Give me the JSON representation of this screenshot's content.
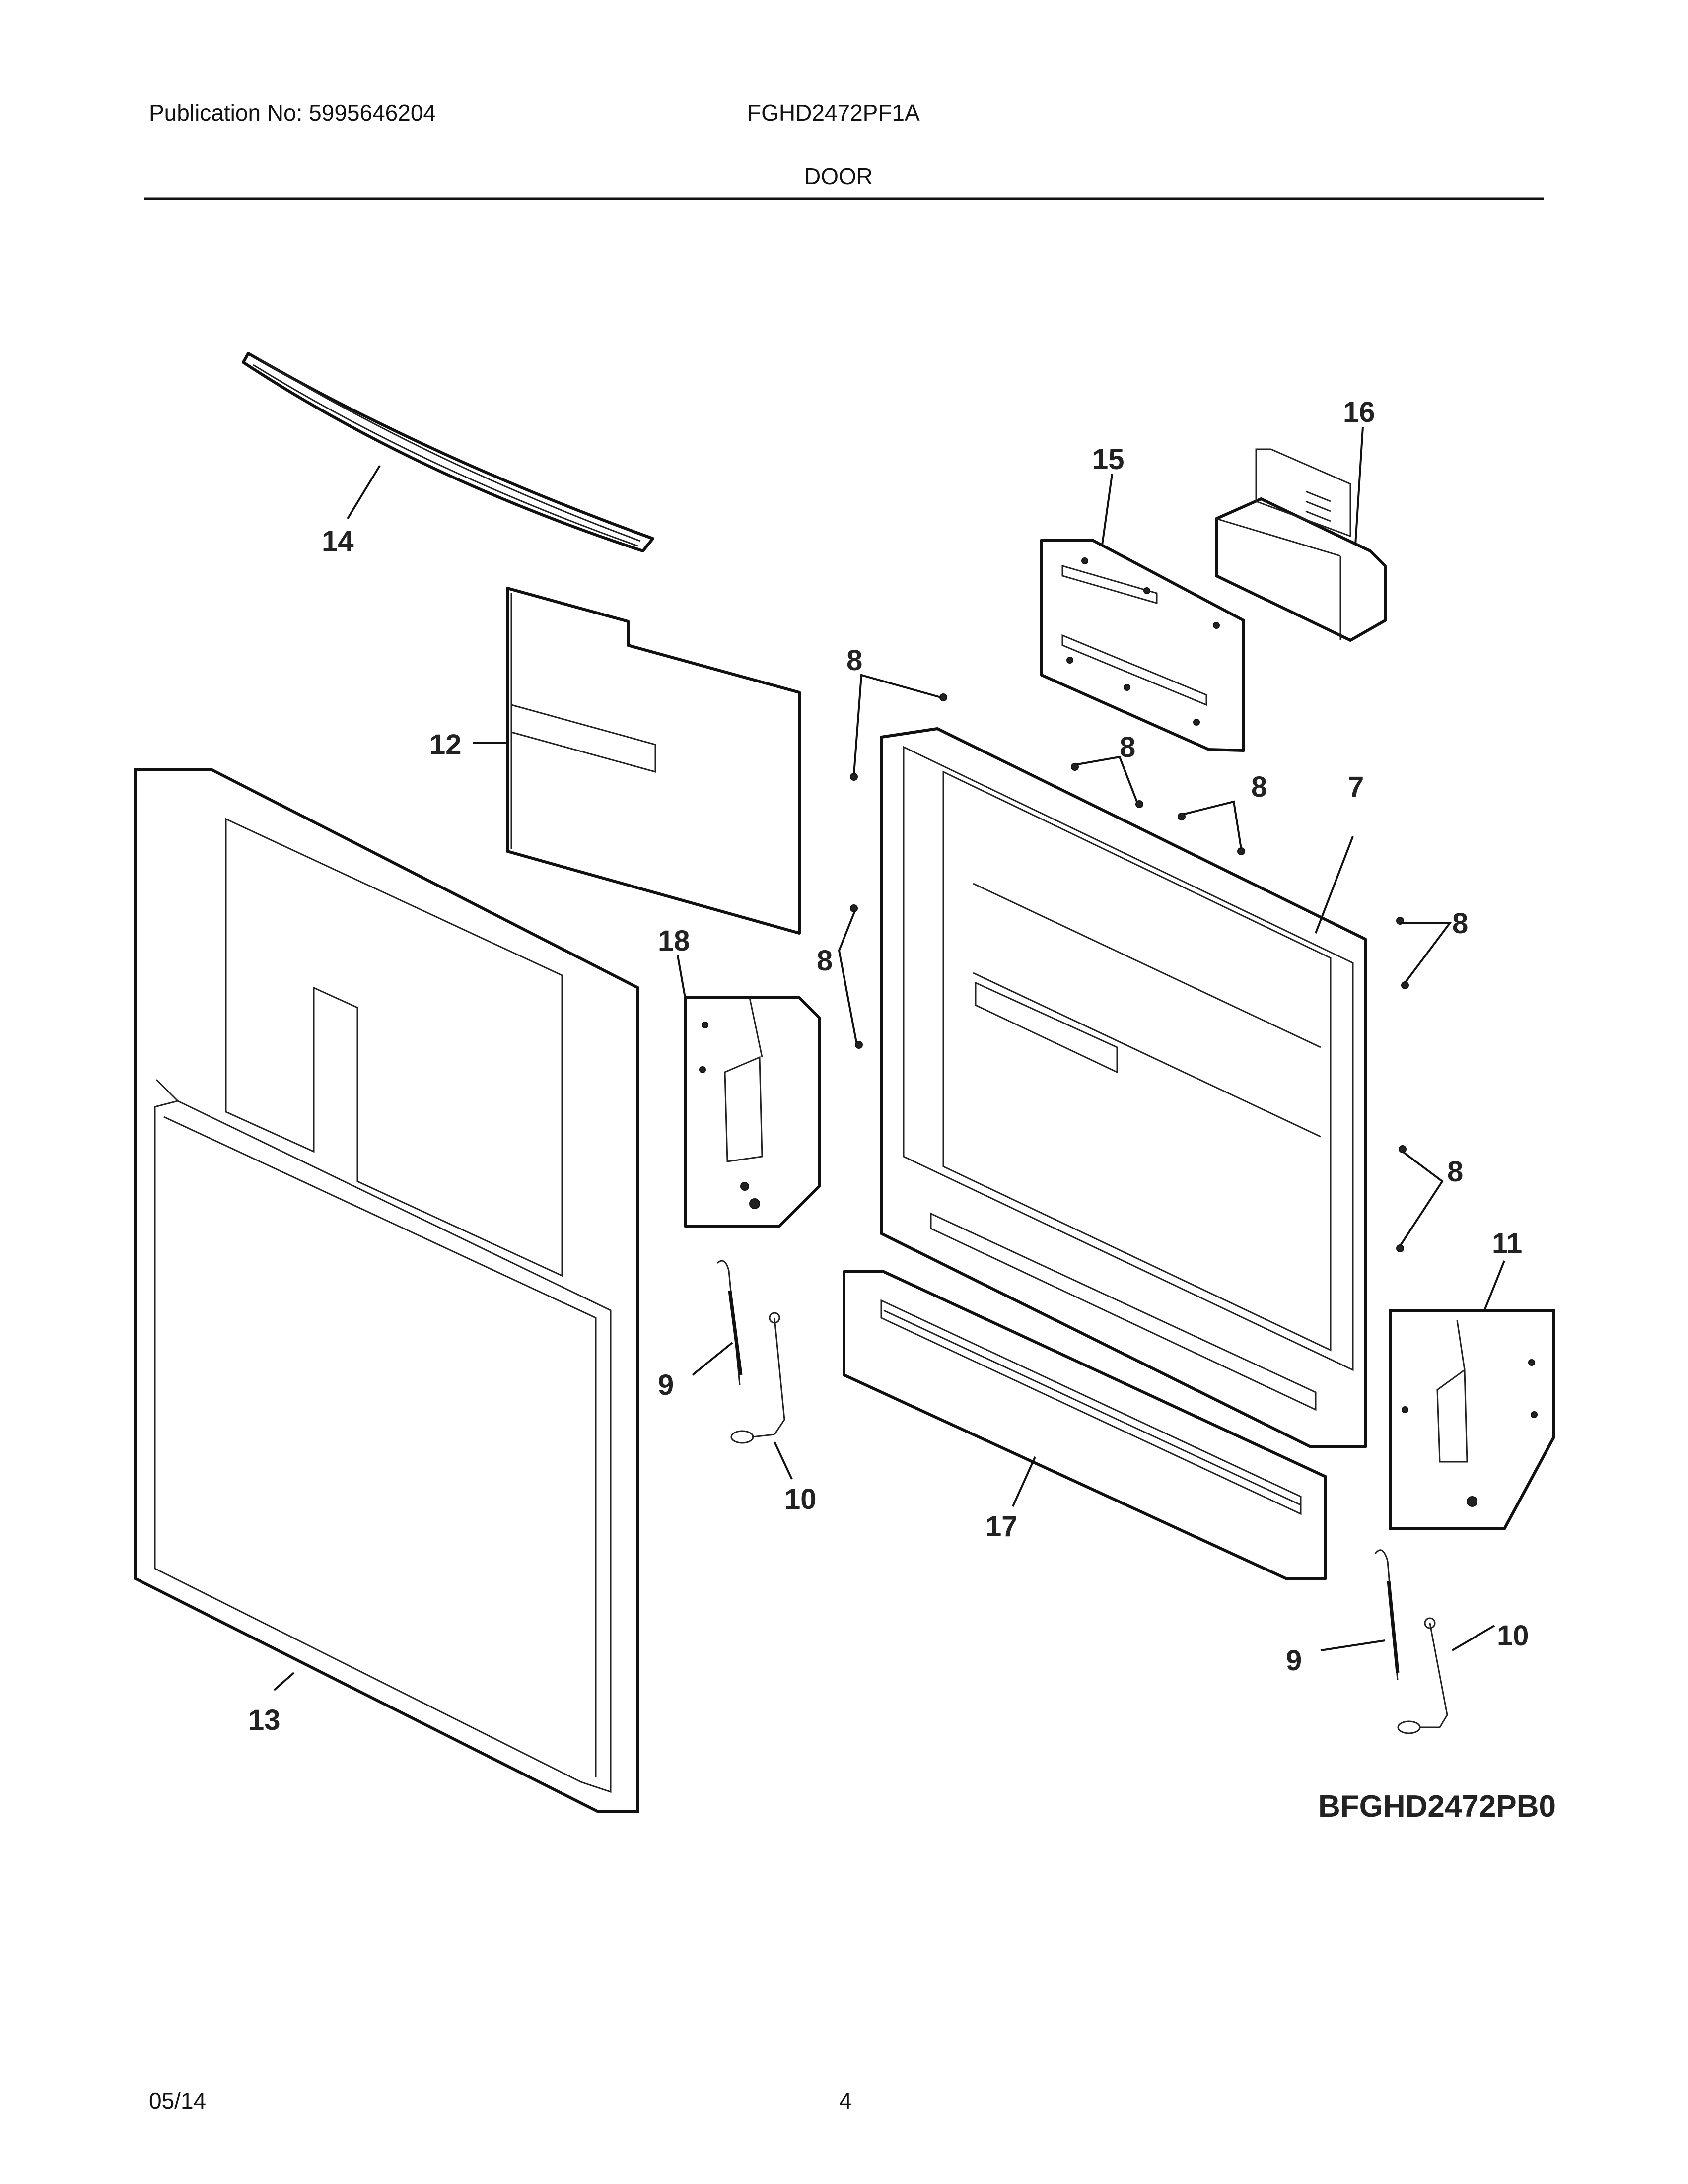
{
  "header": {
    "publication": "Publication No: 5995646204",
    "model": "FGHD2472PF1A",
    "section": "DOOR"
  },
  "footer": {
    "date": "05/14",
    "page": "4"
  },
  "diagram": {
    "code": "BFGHD2472PB0",
    "callouts": {
      "c7": "7",
      "c8a": "8",
      "c8b": "8",
      "c8c": "8",
      "c8d": "8",
      "c8e": "8",
      "c8f": "8",
      "c9a": "9",
      "c9b": "9",
      "c10a": "10",
      "c10b": "10",
      "c11": "11",
      "c12": "12",
      "c13": "13",
      "c14": "14",
      "c15": "15",
      "c16": "16",
      "c17": "17",
      "c18": "18"
    }
  }
}
